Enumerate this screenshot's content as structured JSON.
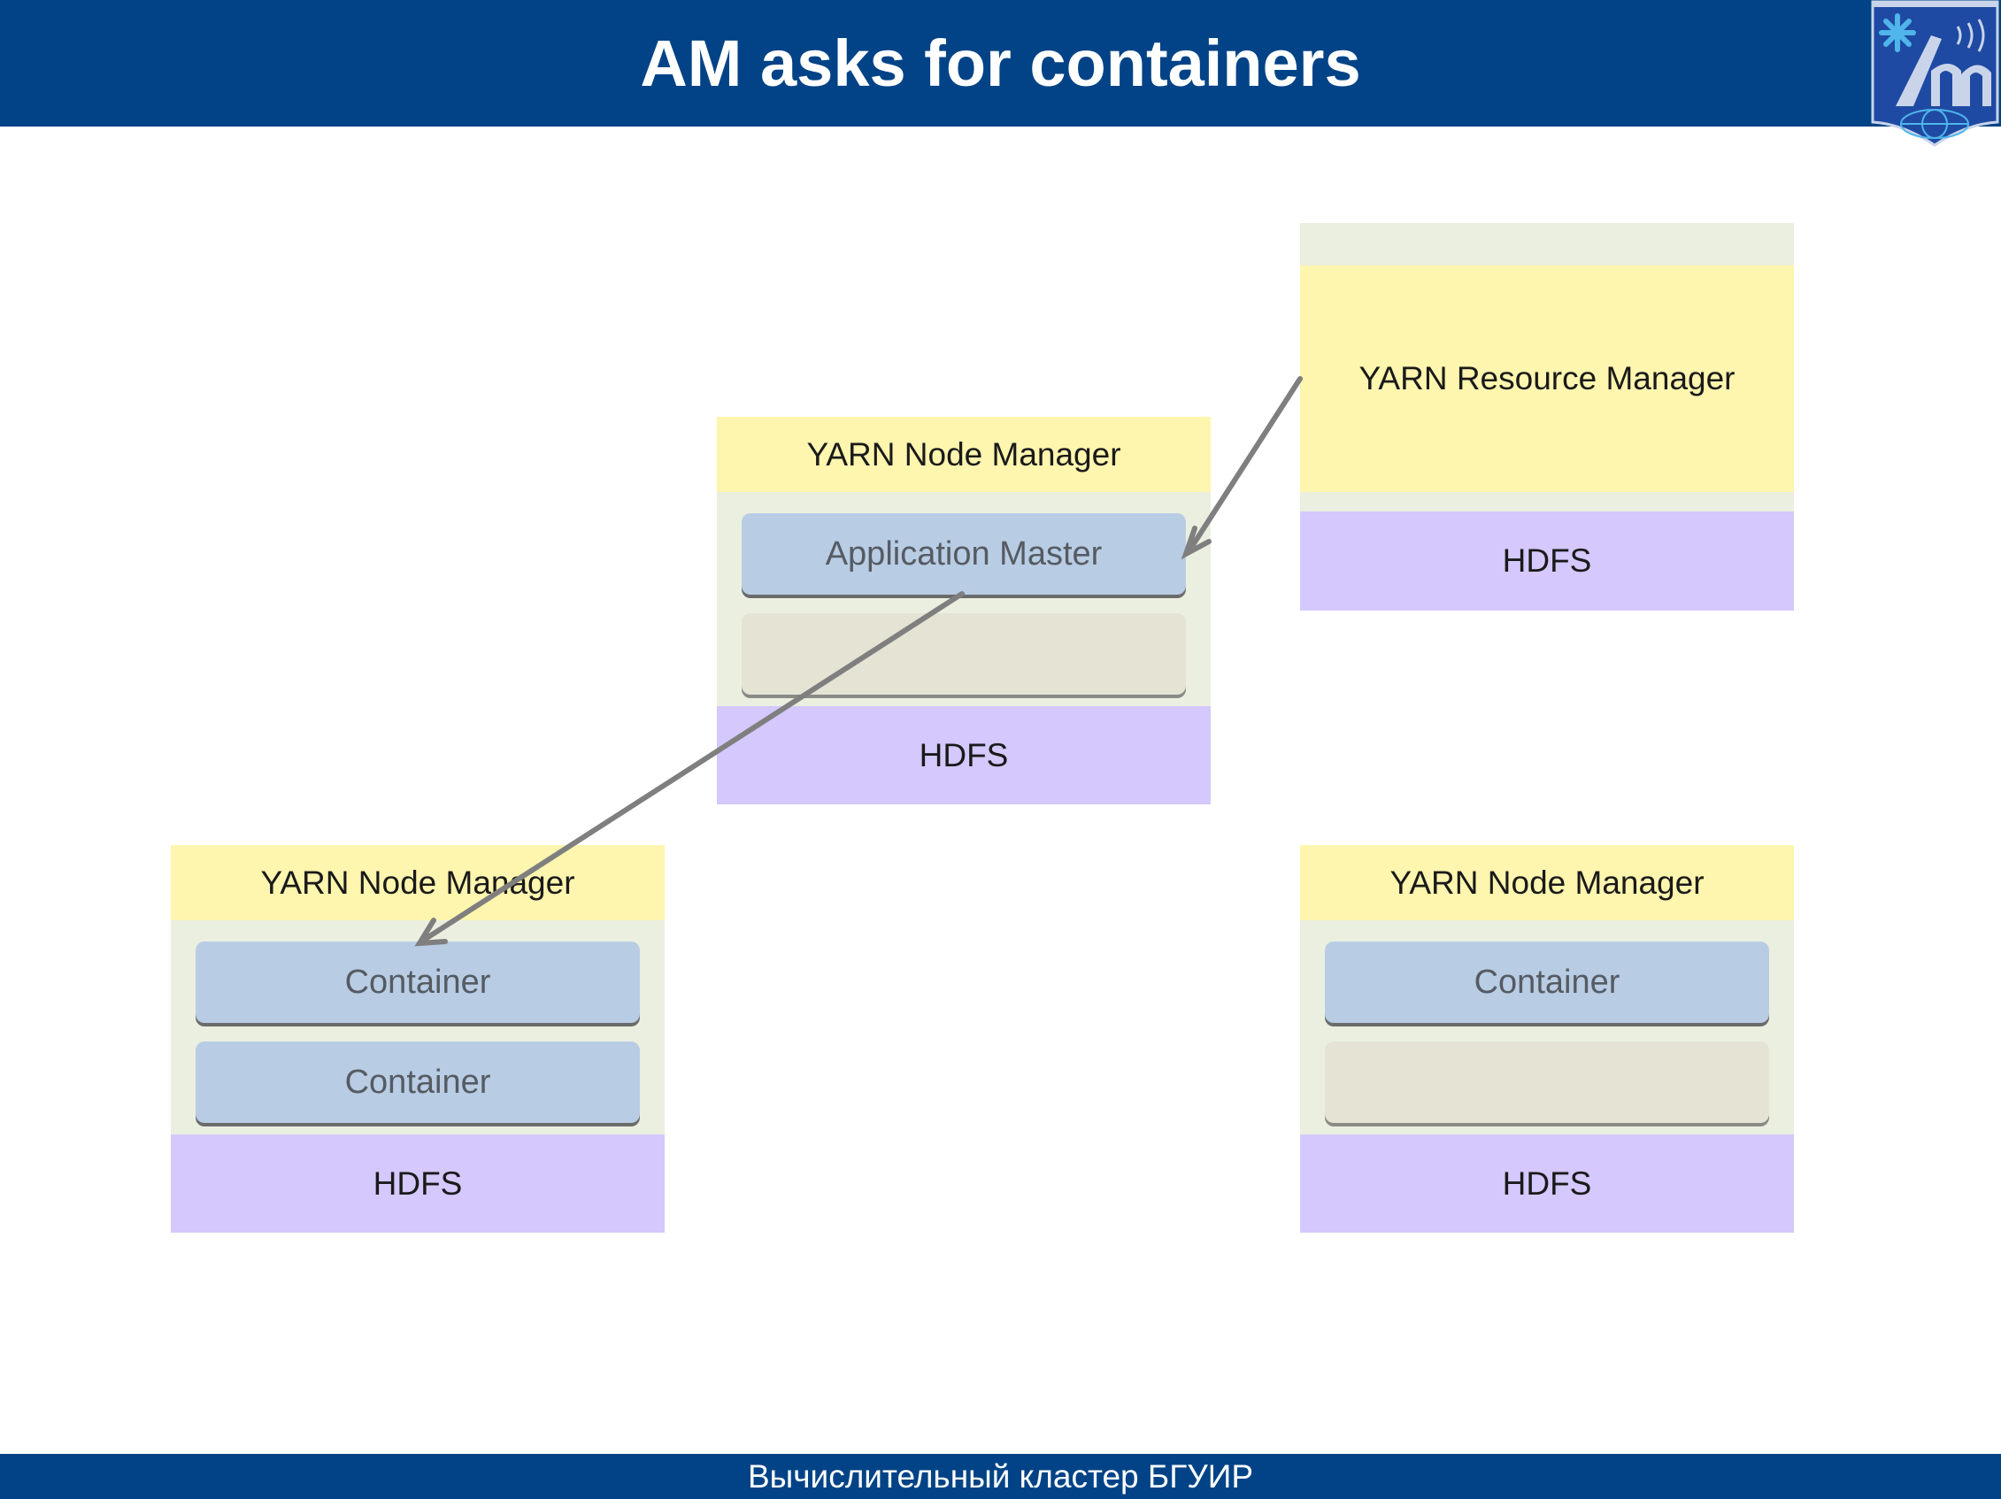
{
  "header": {
    "title": "AM asks for containers"
  },
  "footer": {
    "text": "Вычислительный кластер БГУИР"
  },
  "colors": {
    "header_bg": "#014386",
    "manager_band": "#fef5ae",
    "node_bg": "#ebefdf",
    "hdfs_band": "#d4c8fd",
    "container": "#b8cce4",
    "empty_slot": "#e5e3d4",
    "arrow": "#7f7f7f"
  },
  "resource_manager": {
    "label": "YARN Resource Manager",
    "hdfs": "HDFS"
  },
  "node_center": {
    "label": "YARN Node Manager",
    "slots": [
      "Application Master",
      ""
    ],
    "hdfs": "HDFS"
  },
  "node_left": {
    "label": "YARN Node Manager",
    "slots": [
      "Container",
      "Container"
    ],
    "hdfs": "HDFS"
  },
  "node_right": {
    "label": "YARN Node Manager",
    "slots": [
      "Container",
      ""
    ],
    "hdfs": "HDFS"
  },
  "arrows": [
    {
      "from": "YARN Resource Manager",
      "to": "Application Master"
    },
    {
      "from": "Application Master",
      "to": "Container"
    }
  ]
}
